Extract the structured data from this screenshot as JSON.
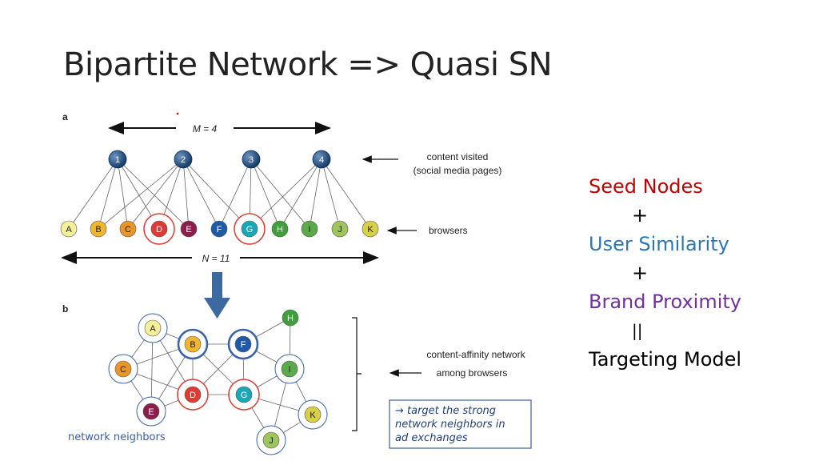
{
  "slide": {
    "title": "Bipartite Network => Quasi SN"
  },
  "diagram": {
    "panel_a": {
      "label": "a",
      "m_label": "M = 4",
      "n_label": "N = 11",
      "content_annotation": [
        "content visited",
        "(social media pages)"
      ],
      "browsers_annotation": "browsers",
      "content_nodes": [
        "1",
        "2",
        "3",
        "4"
      ],
      "browser_nodes": [
        "A",
        "B",
        "C",
        "D",
        "E",
        "F",
        "G",
        "H",
        "I",
        "J",
        "K"
      ],
      "highlighted_nodes": [
        "D",
        "G"
      ]
    },
    "panel_b": {
      "label": "b",
      "annotation": [
        "content-affinity network",
        "among browsers"
      ],
      "network_neighbors_label": "network neighbors",
      "callout": [
        "→ target the strong",
        "network neighbors in",
        "ad exchanges"
      ]
    },
    "colors": {
      "A": "#f3ef9a",
      "B": "#f2b52f",
      "C": "#e8952a",
      "D": "#dd3b34",
      "E": "#8b1e4a",
      "F": "#1e5aa8",
      "G": "#19a7b8",
      "H": "#3f9f3a",
      "I": "#5aa94a",
      "J": "#9dc55b",
      "K": "#d9cf45",
      "content": "#1d4a7a",
      "highlight": "#d9443b",
      "blue_ring": "#3b64a8"
    }
  },
  "sidebar": {
    "seed_nodes": "Seed Nodes",
    "plus_1": "+",
    "user_similarity": "User Similarity",
    "plus_2": "+",
    "brand_proximity": "Brand Proximity",
    "equals": "||",
    "targeting_model": "Targeting Model",
    "colors": {
      "seed_nodes": "#c00000",
      "user_similarity": "#2e75b6",
      "brand_proximity": "#7030a0",
      "targeting_model": "#000000"
    }
  }
}
